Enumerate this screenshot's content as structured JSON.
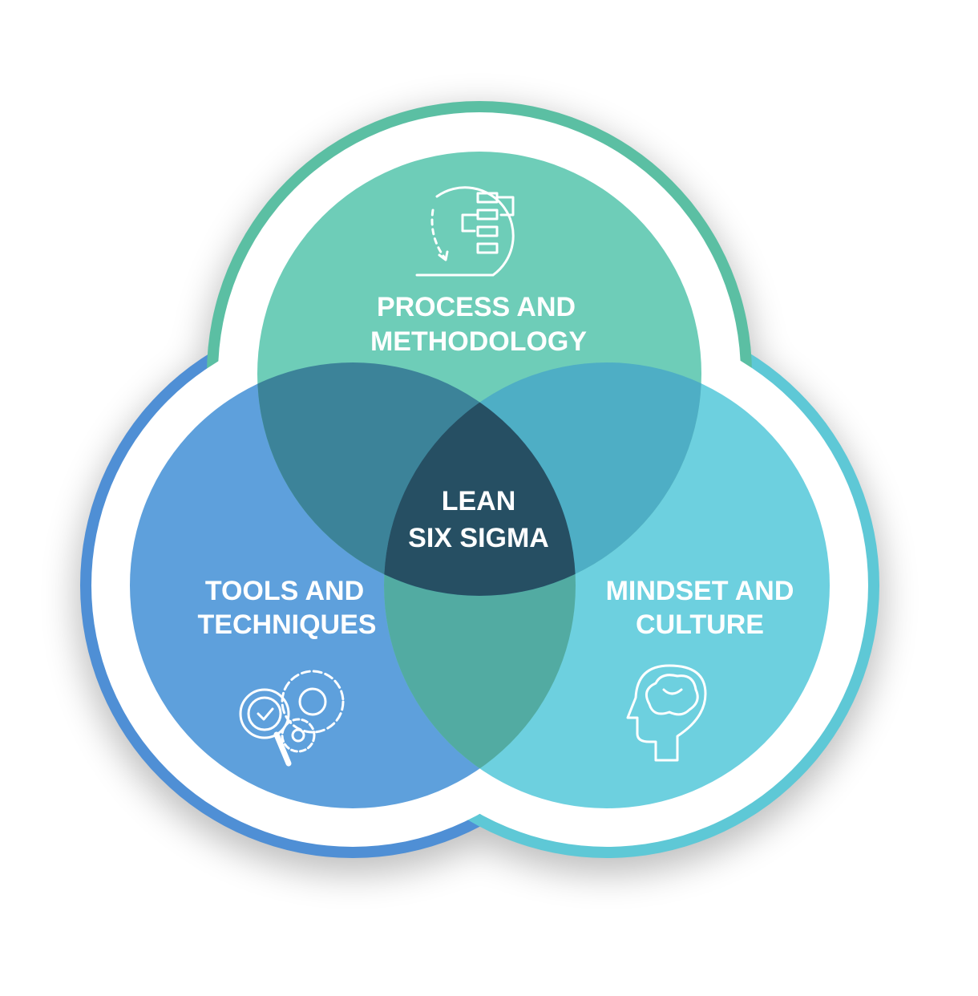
{
  "center": {
    "line1": "LEAN",
    "line2": "SIX SIGMA"
  },
  "top": {
    "line1": "PROCESS AND",
    "line2": "METHODOLOGY",
    "icon": "process-flow-icon"
  },
  "left": {
    "line1": "TOOLS AND",
    "line2": "TECHNIQUES",
    "icon": "magnifier-gears-icon"
  },
  "right": {
    "line1": "MINDSET AND",
    "line2": "CULTURE",
    "icon": "head-brain-icon"
  },
  "colors": {
    "top": "#6ecdb8",
    "left": "#5ea0dc",
    "right": "#6dd0df",
    "top_left": "#3c8399",
    "top_right": "#4eaec5",
    "left_right": "#52aba2",
    "center": "#264f63",
    "ring_top": "#5bbfa3",
    "ring_left": "#4f8fd5",
    "ring_right": "#5ec8d6"
  }
}
